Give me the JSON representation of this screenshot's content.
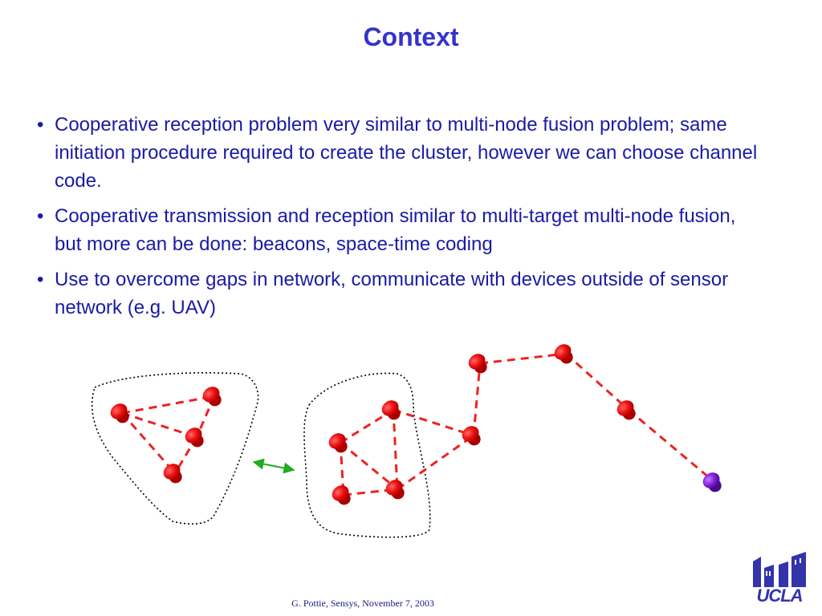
{
  "slide": {
    "title": "Context",
    "bullet_char": "•",
    "bullets": [
      "Cooperative reception problem very similar to multi-node fusion problem; same initiation procedure required to create the cluster, however we can choose channel code.",
      "Cooperative transmission and reception similar to multi-target multi-node fusion, but more can be done: beacons, space-time coding",
      "Use to overcome gaps in network, communicate with devices outside of sensor network (e.g. UAV)"
    ],
    "footer": "G. Pottie, Sensys, November 7, 2003",
    "logo_text": "UCLA"
  },
  "colors": {
    "title": "#3333cc",
    "body_text": "#1a1aa6",
    "node": "#ee1111",
    "node_dark": "#aa0000",
    "link": "#ee2222",
    "special_node": "#8822dd",
    "arrow": "#22aa22",
    "cluster_outline": "#000000",
    "logo": "#3333aa"
  },
  "diagram": {
    "node_icon": "red-cylinder-node-icon",
    "special_node_icon": "purple-cylinder-node-icon",
    "arrow_icon": "double-headed-arrow-icon"
  }
}
